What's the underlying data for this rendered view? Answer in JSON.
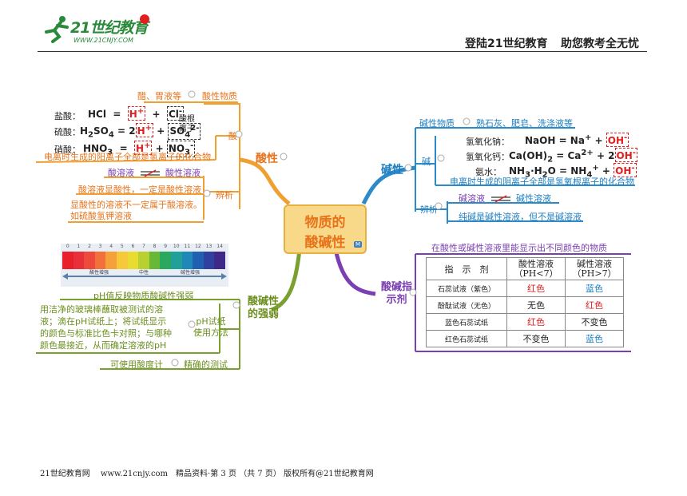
{
  "header": {
    "logo_text": "21世纪教育",
    "logo_url": "WWW.21CNJY.COM",
    "slogan_left": "登陆21世纪教育",
    "slogan_right": "助您教考全无忧"
  },
  "center_node": {
    "line1": "物质的",
    "line2": "酸碱性",
    "badge": "M"
  },
  "acid": {
    "title": "酸性",
    "acidic_substance_label": "酸性物质",
    "acidic_substance_examples": "醋、胃液等",
    "acid_label": "酸",
    "hcl_name": "盐酸：",
    "h2so4_name": "硫酸：",
    "hno3_name": "硝酸：",
    "radical_label_1": "酸根",
    "radical_label_2": "离子",
    "acid_definition": "电离时生成的阳离子全部是氢离子的化合物",
    "distinguish_label": "辨析",
    "acid_solution": "酸溶液",
    "acidic_solution": "酸性溶液",
    "note1": "酸溶液显酸性，一定是酸性溶液",
    "note2a": "显酸性的溶液不一定属于酸溶液。",
    "note2b": "如硫酸氢钾溶液"
  },
  "base": {
    "title": "碱性",
    "basic_substance_label": "碱性物质",
    "basic_substance_examples": "熟石灰、肥皂、洗涤液等",
    "base_label": "碱",
    "naoh_name": "氢氧化钠：",
    "caoh_name": "氢氧化钙：",
    "nh3_name": "氨水：",
    "base_definition": "电离时生成的阴离子全部是氢氧根离子的化合物",
    "distinguish_label": "辨析",
    "base_solution": "碱溶液",
    "basic_solution": "碱性溶液",
    "note": "纯碱是碱性溶液，但不是碱溶液"
  },
  "strength": {
    "title_line1": "酸碱性",
    "title_line2": "的强弱",
    "ph_caption": "pH值反映物质酸碱性强弱",
    "ph_numbers": [
      "0",
      "1",
      "2",
      "3",
      "4",
      "5",
      "6",
      "7",
      "8",
      "9",
      "10",
      "11",
      "12",
      "13",
      "14"
    ],
    "ph_colors": [
      "#e8202a",
      "#e8303a",
      "#ee4a3a",
      "#f2703a",
      "#f5a03a",
      "#f7c83a",
      "#e8dc30",
      "#b8d030",
      "#68b838",
      "#2aa860",
      "#20a098",
      "#2088b8",
      "#2060b0",
      "#3040a0",
      "#402888"
    ],
    "ph_left_label": "酸性增强",
    "ph_mid_label": "中性",
    "ph_right_label": "碱性增强",
    "method_label_1": "pH试纸",
    "method_label_2": "使用方法",
    "method_line1": "用洁净的玻璃棒蘸取被测试的溶",
    "method_line2": "液；滴在pH试纸上；将试纸显示",
    "method_line3": "的颜色与标准比色卡对照；与哪种",
    "method_line4": "颜色最接近，从而确定溶液的pH",
    "precise_label": "精确的测试",
    "precise_method": "可使用酸度计"
  },
  "indicator": {
    "title_line1": "酸碱指",
    "title_line2": "示剂",
    "subtitle": "在酸性或碱性溶液里能显示出不同颜色的物质",
    "headers": [
      "指　示　剂",
      "酸性溶液",
      "碱性溶液"
    ],
    "header_sub": [
      "",
      "（PH<7）",
      "（PH>7）"
    ],
    "rows": [
      [
        "石蕊试液（紫色）",
        "红色",
        "蓝色"
      ],
      [
        "酚酞试液（无色）",
        "无色",
        "红色"
      ],
      [
        "蓝色石蕊试纸",
        "红色",
        "不变色"
      ],
      [
        "红色石蕊试纸",
        "不变色",
        "蓝色"
      ]
    ]
  },
  "footer": {
    "text": "21世纪教育网　 www.21cnjy.com　精品资料·第 3 页 （共 7 页） 版权所有@21世纪教育网"
  }
}
